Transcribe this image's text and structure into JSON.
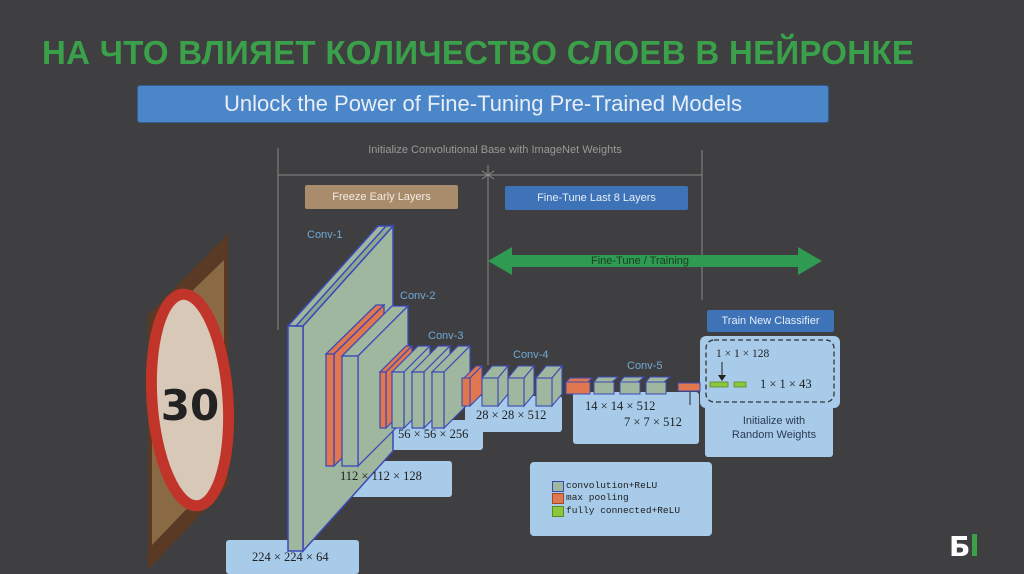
{
  "slide": {
    "title": "НА ЧТО  ВЛИЯЕТ КОЛИЧЕСТВО СЛОЕВ В НЕЙРОНКЕ"
  },
  "banner": {
    "text": "Unlock the Power of Fine-Tuning Pre-Trained Models"
  },
  "top_note": "Initialize Convolutional Base with ImageNet Weights",
  "pills": {
    "freeze": "Freeze Early Layers",
    "fine_tune": "Fine-Tune Last 8 Layers",
    "train_classifier": "Train New Classifier"
  },
  "arrow_label": "Fine-Tune / Training",
  "image_sign": {
    "text": "30"
  },
  "conv_labels": [
    "Conv-1",
    "Conv-2",
    "Conv-3",
    "Conv-4",
    "Conv-5"
  ],
  "dims": {
    "d224": "224 × 224 × 64",
    "d112": "112 × 112 × 128",
    "d56": "56 × 56 × 256",
    "d28": "28 × 28 × 512",
    "d14": "14 × 14 × 512",
    "d7": "7 × 7 × 512",
    "fc128": "1 × 1 × 128",
    "fc43": "1 × 1 × 43"
  },
  "init_text": {
    "line1": "Initialize with",
    "line2": "Random Weights"
  },
  "legend": {
    "conv": "convolution+ReLU",
    "pool": "max pooling",
    "fc": "fully connected+ReLU"
  },
  "colors": {
    "title": "#3aa14a",
    "banner": "#4a86c8",
    "conv_face": "#9fb79f",
    "conv_edge": "#3c49b8",
    "pool": "#e0774f",
    "fc": "#8dc63f",
    "arrow": "#2e9a52",
    "box": "#a8cbe9"
  },
  "logo": {
    "text": "Б"
  }
}
